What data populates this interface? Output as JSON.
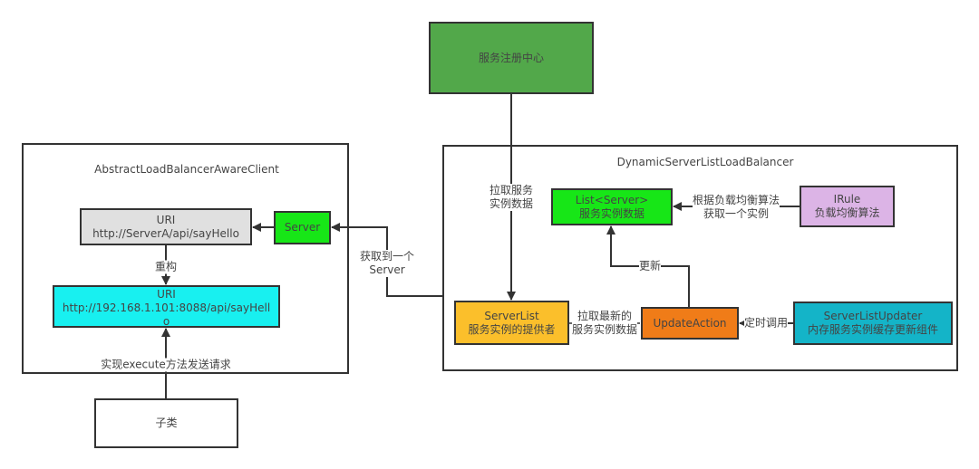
{
  "diagram": {
    "registry": {
      "label": "服务注册中心",
      "color": "#52a84a"
    },
    "left_container": {
      "title": "AbstractLoadBalancerAwareClient"
    },
    "uri_original": {
      "line1": "URI",
      "line2": "http://ServerA/api/sayHello",
      "color": "#e0e0e0"
    },
    "server": {
      "label": "Server",
      "color": "#17e617"
    },
    "uri_rebuilt": {
      "line1": "URI",
      "line2": "http://192.168.1.101:8088/api/sayHell",
      "line3": "o",
      "color": "#18f0f0"
    },
    "subclass": {
      "label": "子类"
    },
    "right_container": {
      "title": "DynamicServerListLoadBalancer"
    },
    "server_list_data": {
      "line1": "List<Server>",
      "line2": "服务实例数据",
      "color": "#17e617"
    },
    "irule": {
      "line1": "IRule",
      "line2": "负载均衡算法",
      "color": "#dcb4e6"
    },
    "server_list": {
      "line1": "ServerList",
      "line2": "服务实例的提供者",
      "color": "#fbbf2b"
    },
    "update_action": {
      "label": "UpdateAction",
      "color": "#f07c18"
    },
    "server_list_updater": {
      "line1": "ServerListUpdater",
      "line2": "内存服务实例缓存更新组件",
      "color": "#14b4c8"
    },
    "edges": {
      "rebuild": "重构",
      "execute": "实现execute方法发送请求",
      "get_server_l1": "获取到一个",
      "get_server_l2": "Server",
      "pull_l1": "拉取服务",
      "pull_l2": "实例数据",
      "rule_l1": "根据负载均衡算法",
      "rule_l2": "获取一个实例",
      "update": "更新",
      "pull_latest_l1": "拉取最新的",
      "pull_latest_l2": "服务实例数据",
      "timer": "定时调用"
    }
  }
}
